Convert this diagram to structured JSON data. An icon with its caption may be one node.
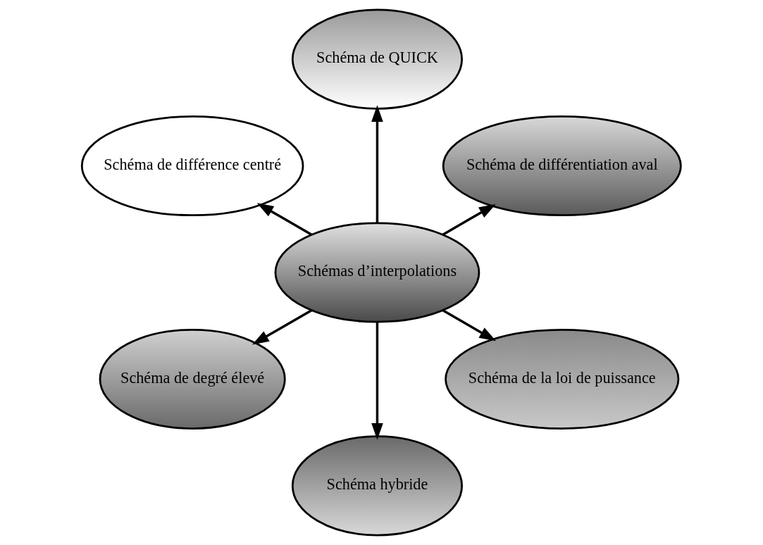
{
  "diagram": {
    "nodes": [
      {
        "text": [
          "Schéma de différentiation aval"
        ]
      },
      {
        "text": [
          "Schéma de QUICK"
        ]
      },
      {
        "text": [
          "Schéma de différence centré"
        ]
      },
      {
        "text": [
          "Schémas d’interpolations"
        ]
      },
      {
        "text": [
          "Schéma de degré élevé"
        ]
      },
      {
        "text": [
          "Schéma hybride"
        ]
      },
      {
        "text": [
          "Schéma de la loi de puissance"
        ]
      }
    ],
    "edges": [
      {
        "from": 3,
        "to": 0,
        "arrow": "to"
      },
      {
        "from": 3,
        "to": 1,
        "arrow": "to"
      },
      {
        "from": 3,
        "to": 2,
        "arrow": "to"
      },
      {
        "from": 3,
        "to": 4,
        "arrow": "to"
      },
      {
        "from": 3,
        "to": 5,
        "arrow": "to"
      },
      {
        "from": 3,
        "to": 6,
        "arrow": "to"
      }
    ]
  }
}
